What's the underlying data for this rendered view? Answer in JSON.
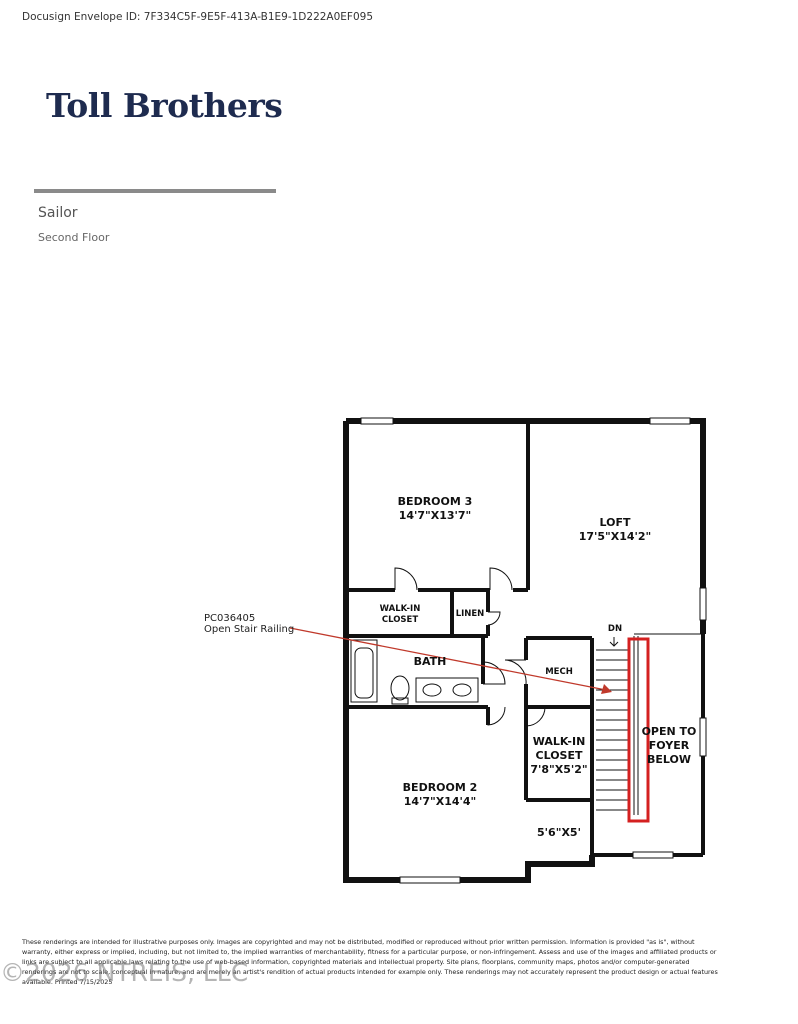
{
  "envelope_id": "Docusign Envelope ID: 7F334C5F-9E5F-413A-B1E9-1D222A0EF095",
  "brand": "Toll Brothers",
  "model_name": "Sailor",
  "floor_name": "Second Floor",
  "annotation": {
    "code": "PC036405",
    "description": "Open Stair Railing"
  },
  "rooms": {
    "bedroom3": {
      "name": "BEDROOM 3",
      "size": "14'7\"X13'7\""
    },
    "loft": {
      "name": "LOFT",
      "size": "17'5\"X14'2\""
    },
    "walkin_closet_top": {
      "name": "WALK-IN",
      "name2": "CLOSET"
    },
    "linen": {
      "name": "LINEN"
    },
    "bath": {
      "name": "BATH"
    },
    "mech": {
      "name": "MECH"
    },
    "dn": {
      "name": "DN"
    },
    "open_to_foyer": {
      "line1": "OPEN TO",
      "line2": "FOYER",
      "line3": "BELOW"
    },
    "walkin_closet_2": {
      "line1": "WALK-IN",
      "line2": "CLOSET",
      "size": "7'8\"X5'2\""
    },
    "bedroom2": {
      "name": "BEDROOM 2",
      "size": "14'7\"X14'4\""
    },
    "landing": {
      "size": "5'6\"X5'"
    }
  },
  "colors": {
    "brand": "#1e2b4f",
    "highlight": "#d42020",
    "arrow": "#c0392b",
    "wall": "#111111"
  },
  "disclaimer": "These renderings are intended for illustrative purposes only. Images are copyrighted and may not be distributed, modified or reproduced without prior written permission. Information is provided \"as is\", without warranty, either express or implied, including, but not limited to, the implied warranties of merchantability, fitness for a particular purpose, or non-infringement. Assess and use of the images and affiliated products or links are subject to all applicable laws relating to the use of web-based information, copyrighted materials and intellectual property. Site plans, floorplans, community maps, photos and/or computer-generated renderings are not to scale, conceptual in nature, and are merely an artist's rendition of actual products intended for example only. These renderings may not accurately represent the product design or actual features available. Printed 7/15/2025",
  "watermark": "©2026 NTREIS, LLC"
}
